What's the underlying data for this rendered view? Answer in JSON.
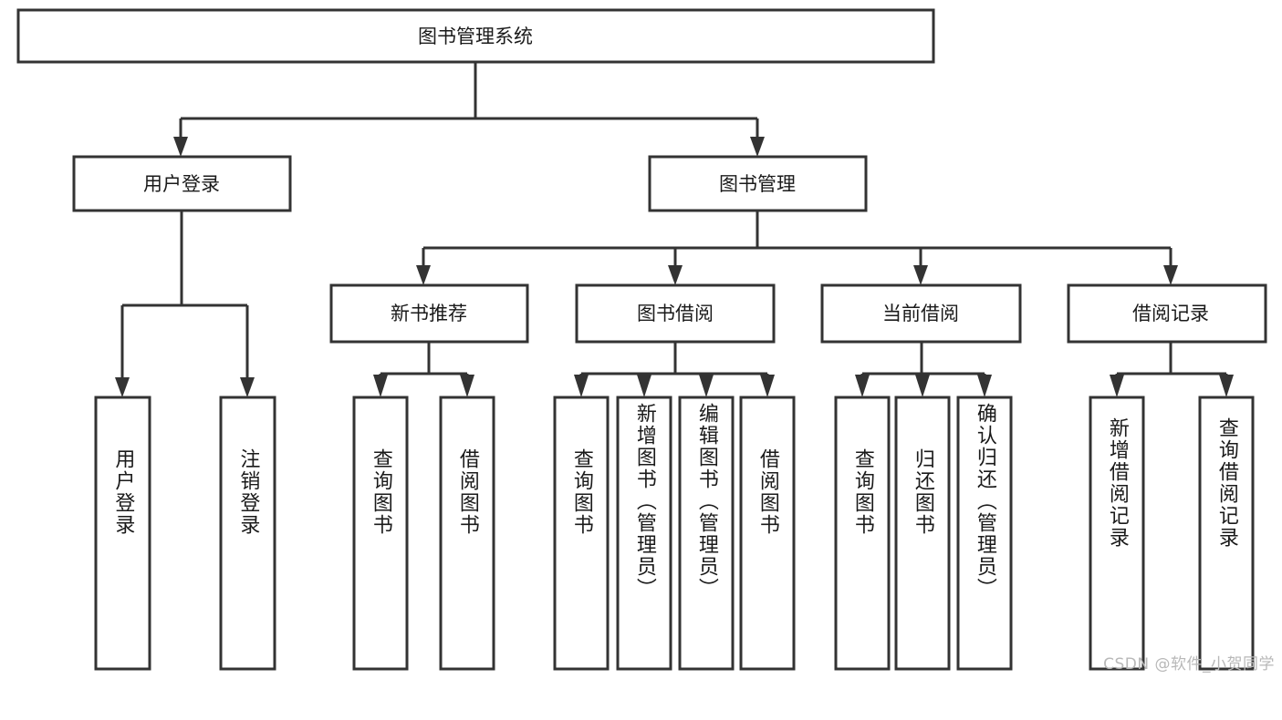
{
  "diagram": {
    "title": "图书管理系统",
    "type": "tree-hierarchy-diagram",
    "colors": {
      "stroke": "#333333",
      "fill": "#ffffff",
      "text": "#1a1a1a",
      "watermark": "#b8b8b8"
    },
    "root": {
      "label": "图书管理系统"
    },
    "level2": [
      {
        "label": "用户登录"
      },
      {
        "label": "图书管理"
      }
    ],
    "level3": [
      {
        "label": "新书推荐"
      },
      {
        "label": "图书借阅"
      },
      {
        "label": "当前借阅"
      },
      {
        "label": "借阅记录"
      }
    ],
    "leaves": {
      "user_login": [
        {
          "label": "用户登录"
        },
        {
          "label": "注销登录"
        }
      ],
      "new_book_recommend": [
        {
          "label": "查询图书"
        },
        {
          "label": "借阅图书"
        }
      ],
      "book_borrow": [
        {
          "label": "查询图书"
        },
        {
          "label": "新增图书（管理员）"
        },
        {
          "label": "编辑图书（管理员）"
        },
        {
          "label": "借阅图书"
        }
      ],
      "current_borrow": [
        {
          "label": "查询图书"
        },
        {
          "label": "归还图书"
        },
        {
          "label": "确认归还（管理员）"
        }
      ],
      "borrow_record": [
        {
          "label": "新增借阅记录"
        },
        {
          "label": "查询借阅记录"
        }
      ]
    },
    "watermark": "CSDN @软件_小贺同学"
  }
}
